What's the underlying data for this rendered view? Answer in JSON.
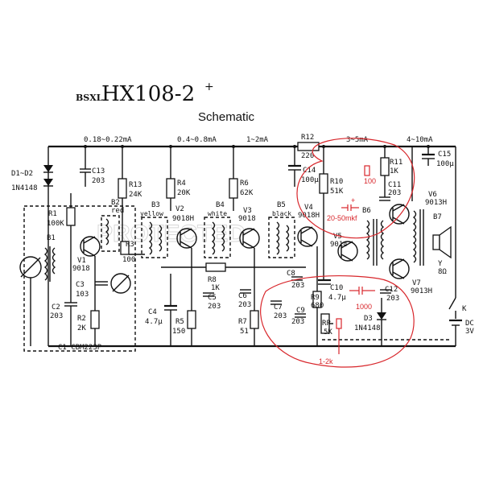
{
  "header": {
    "prefix": "BSXL",
    "model": "HX108-2",
    "sup": "+",
    "subtitle": "Schematic"
  },
  "currents": [
    "0.18~0.22mA",
    "0.4~0.8mA",
    "1~2mA",
    "3~5mA",
    "4~10mA"
  ],
  "components": {
    "r12": "R12",
    "r12v": "220",
    "d1d2": "D1~D2",
    "d1d2v": "1N4148",
    "c13": "C13",
    "c13v": "203",
    "r13": "R13",
    "r13v": "24K",
    "r4": "R4",
    "r4v": "20K",
    "r6": "R6",
    "r6v": "62K",
    "c14": "C14",
    "c14v": "100μ",
    "r10": "R10",
    "r10v": "51K",
    "r11": "R11",
    "r11v": "1K",
    "c15": "C15",
    "c15v": "100μ",
    "r1": "R1",
    "r1v": "100K",
    "b1": "B1",
    "b2": "B2",
    "b2c": "red",
    "b3": "B3",
    "b3c": "yellow",
    "b4": "B4",
    "b4c": "white",
    "b5": "B5",
    "b5c": "black",
    "b6": "B6",
    "b7": "B7",
    "v1": "V1",
    "v1v": "9018",
    "v2": "V2",
    "v2v": "9018H",
    "v3": "V3",
    "v3v": "9018",
    "v4": "V4",
    "v4v": "9018H",
    "v5": "V5",
    "v5v": "9014",
    "v6": "V6",
    "v6v": "9013H",
    "v7": "V7",
    "v7v": "9013H",
    "r3": "R3",
    "r3v": "100",
    "c3": "C3",
    "c3v": "103",
    "c2": "C2",
    "c2v": "203",
    "r2": "R2",
    "r2v": "2K",
    "c1": "C1 CBM223P",
    "r8": "R8",
    "r8v": "1K",
    "c4": "C4",
    "c4v": "4.7μ",
    "r5": "R5",
    "r5v": "150",
    "c5": "C5",
    "c5v": "203",
    "c6": "C6",
    "c6v": "203",
    "r7": "R7",
    "r7v": "51",
    "c7": "C7",
    "c7v": "203",
    "c8": "C8",
    "c8v": "203",
    "c9": "C9",
    "c9v": "203",
    "r9": "R9",
    "r9v": "680",
    "rp": "RP",
    "rpv": "5K",
    "c10": "C10",
    "c10v": "4.7μ",
    "c11": "C11",
    "c11v": "203",
    "c12": "C12",
    "c12v": "203",
    "d3": "D3",
    "d3v": "1N4148",
    "y": "Y",
    "yv": "8Ω",
    "k": "K",
    "dc": "DC",
    "dcv": "3V"
  },
  "annotations": {
    "a100": "100",
    "a2050": "20-50mkf",
    "a1000": "1000",
    "a12k": "1-2k",
    "plus": "+"
  }
}
